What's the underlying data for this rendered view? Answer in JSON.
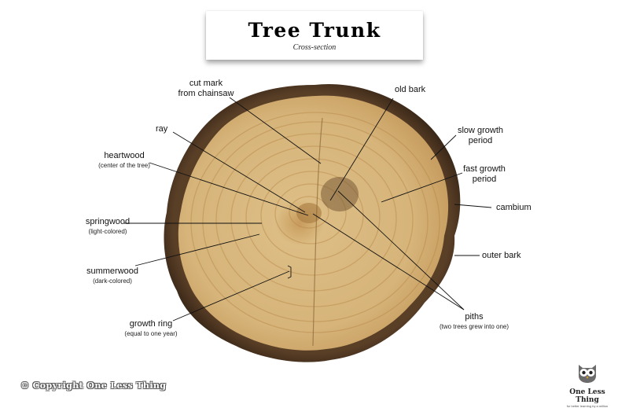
{
  "header": {
    "title": "Tree Trunk",
    "subtitle": "Cross-section"
  },
  "labels": {
    "cut_mark": "cut mark",
    "cut_mark_2": "from chainsaw",
    "ray": "ray",
    "heartwood": "heartwood",
    "heartwood_sub": "(center of the tree)",
    "springwood": "springwood",
    "springwood_sub": "(light-colored)",
    "summerwood": "summerwood",
    "summerwood_sub": "(dark-colored)",
    "growth_ring": "growth ring",
    "growth_ring_sub": "(equal to one year)",
    "old_bark": "old bark",
    "slow_growth": "slow growth",
    "slow_growth_2": "period",
    "fast_growth": "fast growth",
    "fast_growth_2": "period",
    "cambium": "cambium",
    "outer_bark": "outer bark",
    "piths": "piths",
    "piths_sub": "(two trees grew into one)"
  },
  "footer": {
    "copyright": "© Copyright One Less Thing",
    "logo_text": "One Less Thing",
    "logo_tagline": "for better learning by a million"
  },
  "colors": {
    "bark": "#4a3421",
    "wood_light": "#d9b77c",
    "wood_dark": "#b88a4c",
    "leader": "#111111"
  },
  "icons": {
    "logo": "owl-icon"
  }
}
